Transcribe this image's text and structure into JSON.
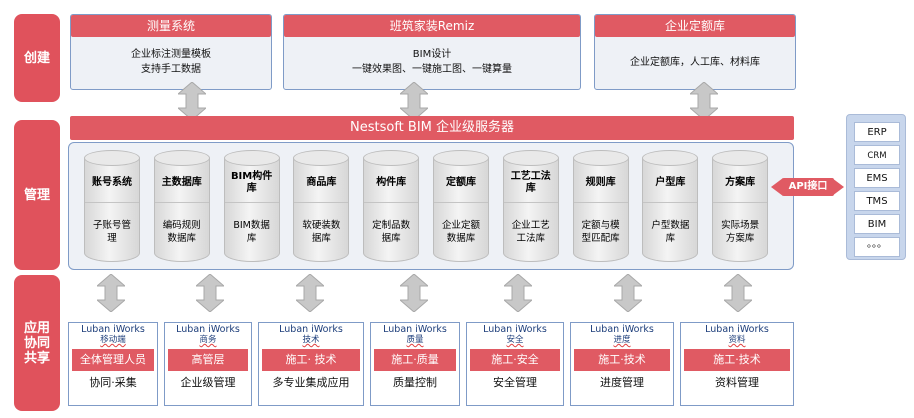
{
  "side_labels": {
    "create": "创建",
    "manage": "管理",
    "apply": "应用\n协同\n共享"
  },
  "top_panels": [
    {
      "title": "测量系统",
      "lines": [
        "企业标注测量模板",
        "支持手工数据"
      ]
    },
    {
      "title": "班筑家装Remiz",
      "lines": [
        "BIM设计",
        "一键效果图、一键施工图、一键算量"
      ]
    },
    {
      "title": "企业定额库",
      "lines": [
        "企业定额库，人工库、材料库"
      ]
    }
  ],
  "server": {
    "title": "Nestsoft BIM 企业级服务器"
  },
  "databases": [
    {
      "name": "账号系统",
      "desc": "子账号管\n理"
    },
    {
      "name": "主数据库",
      "desc": "编码规则\n数据库"
    },
    {
      "name": "BIM构件\n库",
      "desc": "BIM数据\n库"
    },
    {
      "name": "商品库",
      "desc": "软硬装数\n据库"
    },
    {
      "name": "构件库",
      "desc": "定制品数\n据库"
    },
    {
      "name": "定额库",
      "desc": "企业定额\n数据库"
    },
    {
      "name": "工艺工法\n库",
      "desc": "企业工艺\n工法库"
    },
    {
      "name": "规则库",
      "desc": "定额与模\n型匹配库"
    },
    {
      "name": "户型库",
      "desc": "户型数据\n库"
    },
    {
      "name": "方案库",
      "desc": "实际场景\n方案库"
    }
  ],
  "api": {
    "label": "API接口"
  },
  "external_systems": [
    "ERP",
    "CRM",
    "EMS",
    "TMS",
    "BIM",
    "。。。"
  ],
  "apps": [
    {
      "title": "Luban iWorks",
      "sub": "移动端",
      "role": "全体管理人员",
      "function": "协同·采集"
    },
    {
      "title": "Luban iWorks",
      "sub": "商务",
      "role": "高管层",
      "function": "企业级管理"
    },
    {
      "title": "Luban iWorks",
      "sub": "技术",
      "role": "施工· 技术",
      "function": "多专业集成应用"
    },
    {
      "title": "Luban iWorks",
      "sub": "质量",
      "role": "施工·质量",
      "function": "质量控制"
    },
    {
      "title": "Luban iWorks",
      "sub": "安全",
      "role": "施工·安全",
      "function": "安全管理"
    },
    {
      "title": "Luban iWorks",
      "sub": "进度",
      "role": "施工·技术",
      "function": "进度管理"
    },
    {
      "title": "Luban iWorks",
      "sub": "资料",
      "role": "施工·技术",
      "function": "资料管理"
    }
  ],
  "colors": {
    "accent_red": "#e05a63",
    "panel_border": "#7f9bc7",
    "panel_fill": "#eef1f6",
    "ext_fill": "#c8d6ec"
  }
}
